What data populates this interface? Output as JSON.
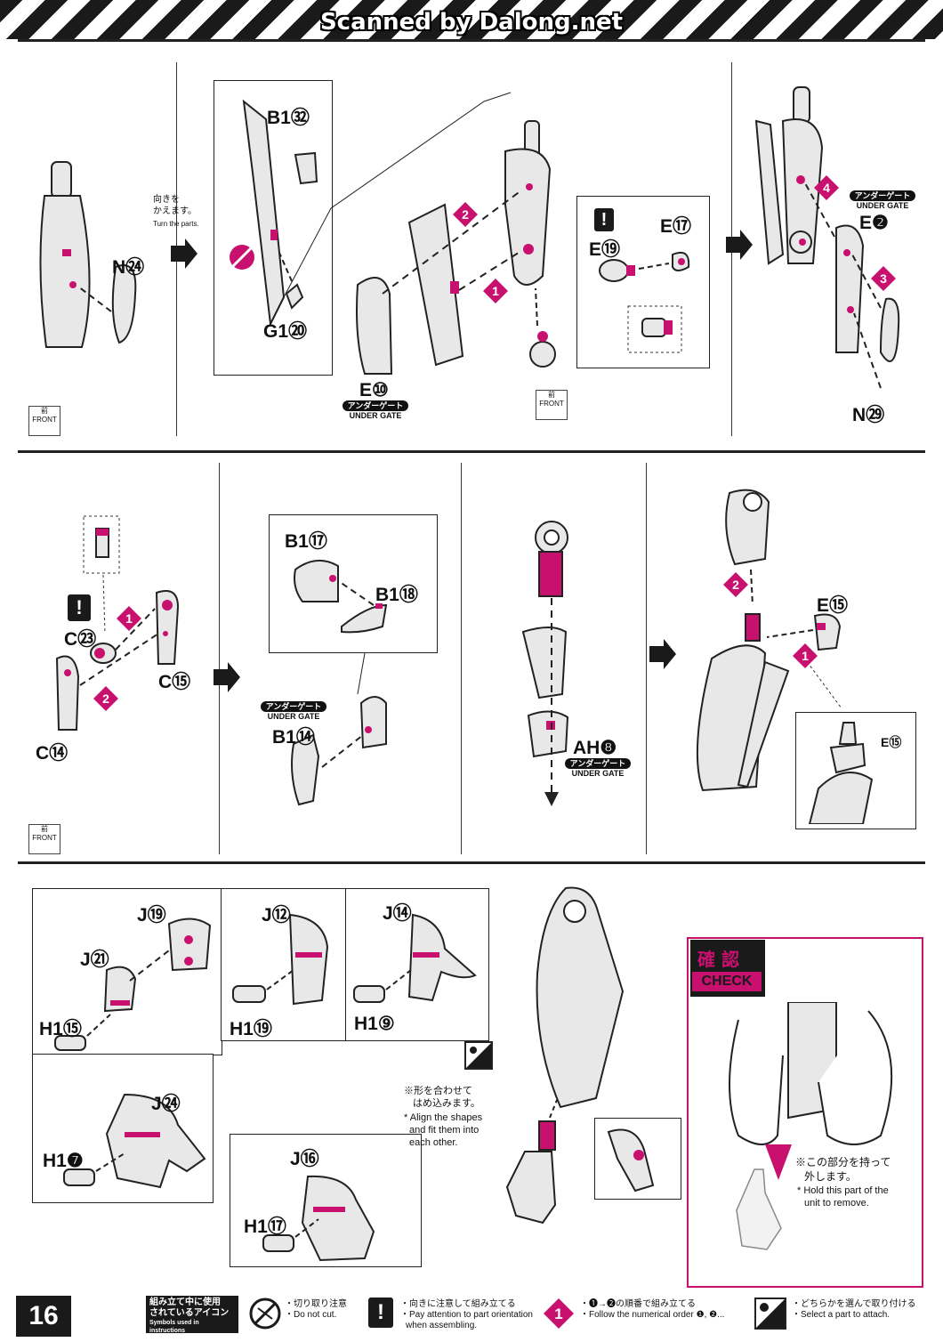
{
  "banner": {
    "text": "Scanned by Dalong.net"
  },
  "icons": {
    "front_jp": "前",
    "front_en": "FRONT",
    "under_gate_jp": "アンダーゲート",
    "under_gate_en": "UNDER GATE"
  },
  "row1": {
    "turn_jp_1": "向きを",
    "turn_jp_2": "かえます。",
    "turn_en": "Turn the parts.",
    "labels": {
      "n24": "N㉔",
      "b132": "B1㉜",
      "g120": "G1⑳",
      "e10": "E⑩",
      "e19": "E⑲",
      "e17": "E⑰",
      "e2": "E❷",
      "n29": "N㉙"
    },
    "steps": {
      "s1": "1",
      "s2": "2",
      "s3": "3",
      "s4": "4"
    }
  },
  "row2": {
    "labels": {
      "c23": "C㉓",
      "c15": "C⑮",
      "c14": "C⑭",
      "b117": "B1⑰",
      "b118": "B1⑱",
      "b114": "B1⑭",
      "ah8": "AH❽",
      "e15": "E⑮",
      "e15_detail": "E⑮"
    }
  },
  "row3": {
    "labels": {
      "j19": "J⑲",
      "j21": "J㉑",
      "h115": "H1⑮",
      "j12": "J⑫",
      "h119": "H1⑲",
      "j14": "J⑭",
      "h19": "H1⑨",
      "j24": "J㉔",
      "h17": "H1❼",
      "j16": "J⑯",
      "h117": "H1⑰"
    },
    "align_jp_1": "※形を合わせて",
    "align_jp_2": "はめ込みます。",
    "align_en_1": "* Align the shapes",
    "align_en_2": "and fit them into",
    "align_en_3": "each other.",
    "check": {
      "jp": "確 認",
      "en": "CHECK",
      "note_jp_1": "※この部分を持って",
      "note_jp_2": "外します。",
      "note_en_1": "* Hold this part of the",
      "note_en_2": "unit to remove."
    }
  },
  "footer": {
    "page_number": "16",
    "legend_jp_1": "組み立て中に使用",
    "legend_jp_2": "されているアイコン",
    "legend_en": "Symbols used in instructions",
    "items": [
      {
        "jp": "・切り取り注意",
        "en": "・Do not cut."
      },
      {
        "jp": "・向きに注意して組み立てる",
        "en": "・Pay attention to part orientation",
        "en2": "when assembling."
      },
      {
        "jp": "・❶→❷の順番で組み立てる",
        "en": "・Follow the numerical order ❶, ❷..."
      },
      {
        "jp": "・どちらかを選んで取り付ける",
        "en": "・Select a part to attach."
      }
    ]
  },
  "colors": {
    "accent": "#c8106e",
    "ink": "#1a1a1a",
    "part_fill": "#e8e8e8"
  }
}
